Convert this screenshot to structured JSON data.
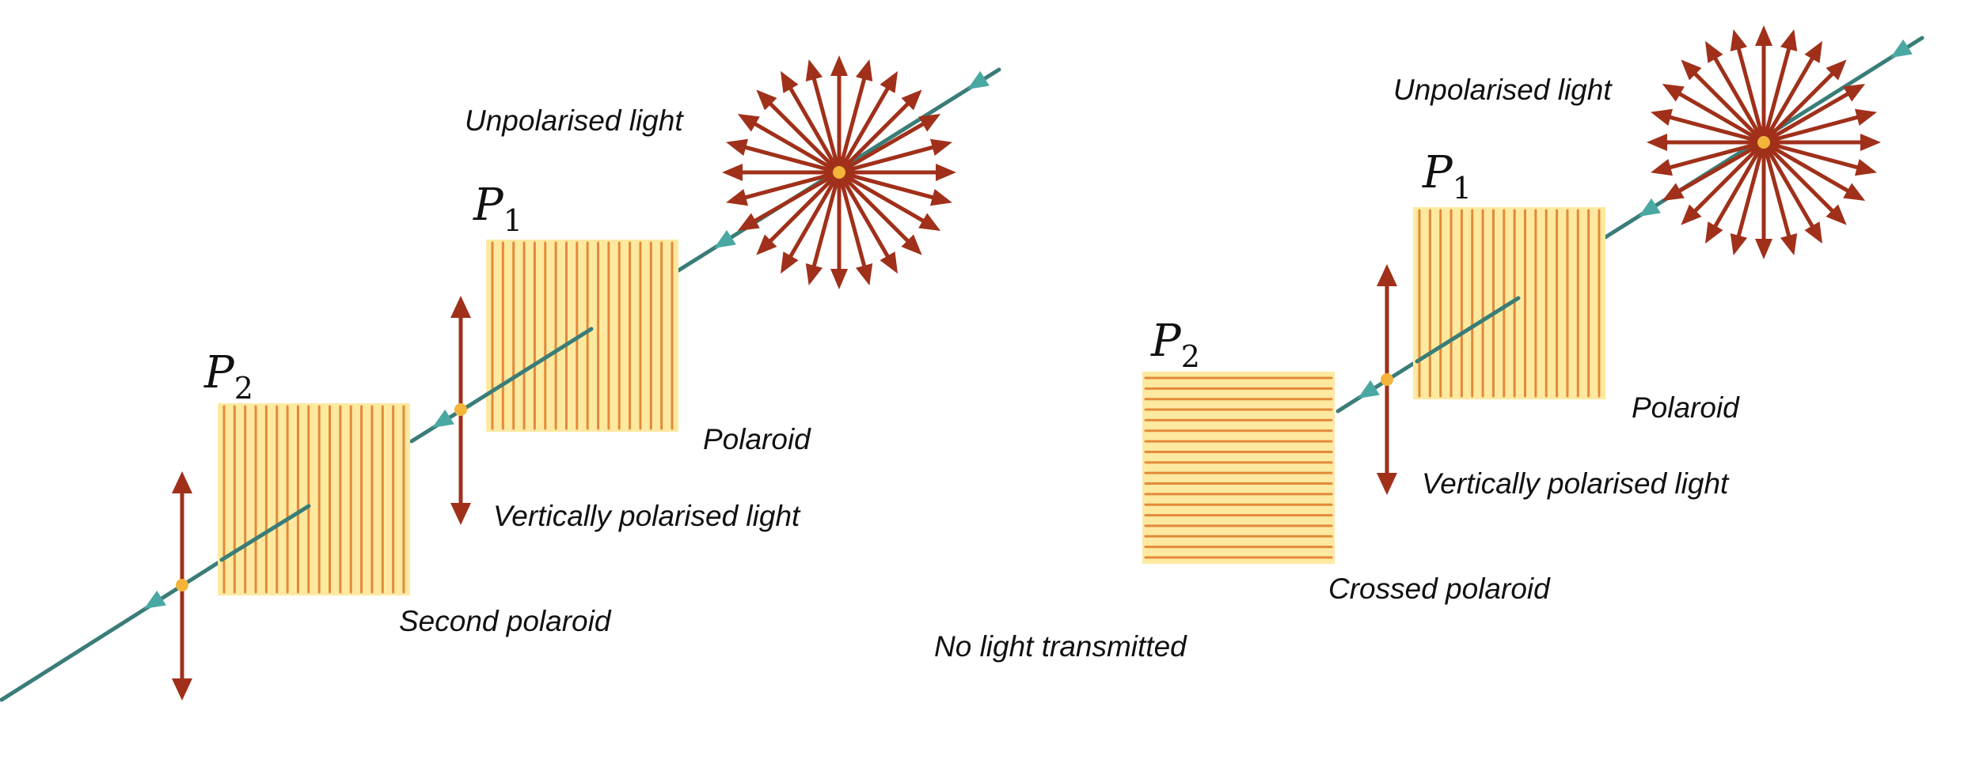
{
  "colors": {
    "ray": "#3a7d78",
    "ray_arrow": "#4aa8a2",
    "polarization_arrow": "#a0301a",
    "polaroid_fill": "#fde9a0",
    "polaroid_line": "#e38a3a",
    "dot": "#f3b43a"
  },
  "left_panel": {
    "unpolarised_label": "Unpolarised light",
    "p1": {
      "letter": "P",
      "subscript": "1"
    },
    "p2": {
      "letter": "P",
      "subscript": "2"
    },
    "polaroid_label": "Polaroid",
    "vertical_label": "Vertically polarised light",
    "second_polaroid_label": "Second polaroid"
  },
  "right_panel": {
    "unpolarised_label": "Unpolarised light",
    "p1": {
      "letter": "P",
      "subscript": "1"
    },
    "p2": {
      "letter": "P",
      "subscript": "2"
    },
    "polaroid_label": "Polaroid",
    "vertical_label": "Vertically polarised light",
    "crossed_polaroid_label": "Crossed polaroid",
    "no_light_label": "No light transmitted"
  }
}
